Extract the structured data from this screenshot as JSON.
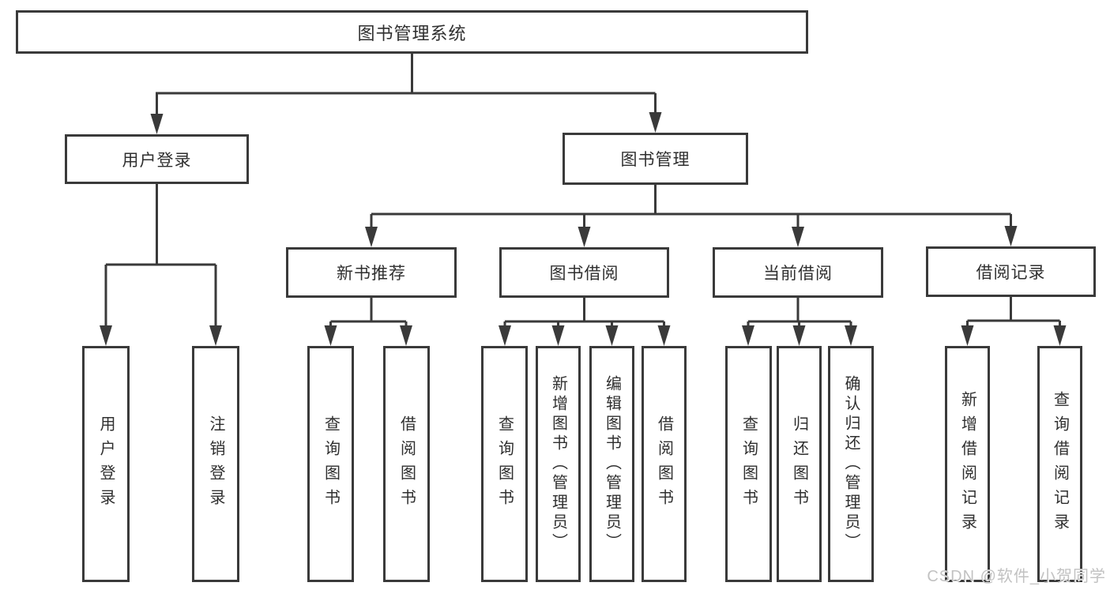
{
  "diagram": {
    "root": {
      "label": "图书管理系统"
    },
    "branches": [
      {
        "label": "用户登录",
        "children": [
          {
            "label": "用户登录"
          },
          {
            "label": "注销登录"
          }
        ]
      },
      {
        "label": "图书管理",
        "children": [
          {
            "label": "新书推荐",
            "children": [
              {
                "label": "查询图书"
              },
              {
                "label": "借阅图书"
              }
            ]
          },
          {
            "label": "图书借阅",
            "children": [
              {
                "label": "查询图书"
              },
              {
                "label": "新增图书（管理员）"
              },
              {
                "label": "编辑图书（管理员）"
              },
              {
                "label": "借阅图书"
              }
            ]
          },
          {
            "label": "当前借阅",
            "children": [
              {
                "label": "查询图书"
              },
              {
                "label": "归还图书"
              },
              {
                "label": "确认归还（管理员）"
              }
            ]
          },
          {
            "label": "借阅记录",
            "children": [
              {
                "label": "新增借阅记录"
              },
              {
                "label": "查询借阅记录"
              }
            ]
          }
        ]
      }
    ],
    "watermark": "CSDN @软件_小贺同学",
    "colors": {
      "line": "#3a3a3a",
      "text": "#2f2f2f",
      "watermark": "#c2c2c2",
      "background": "#ffffff"
    }
  }
}
